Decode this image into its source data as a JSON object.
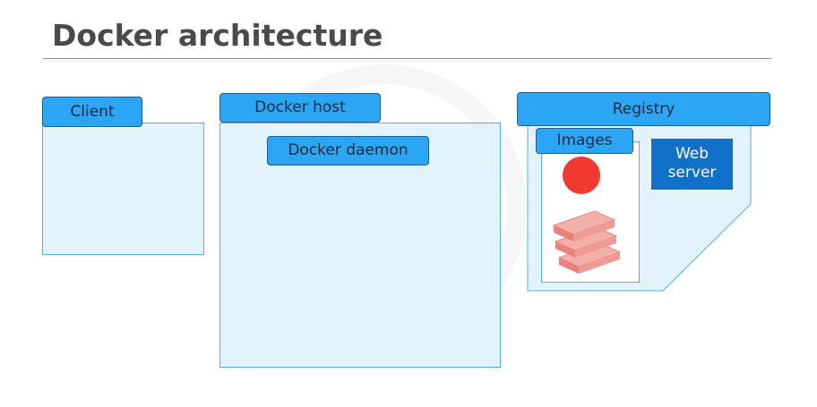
{
  "title": "Docker architecture",
  "client": {
    "label": "Client"
  },
  "docker_host": {
    "label": "Docker host",
    "daemon_label": "Docker daemon"
  },
  "registry": {
    "label": "Registry",
    "images_label": "Images",
    "web_server": {
      "line1": "Web",
      "line2": "server"
    },
    "image_icons": [
      "container-image-icon",
      "image-layers-icon"
    ]
  },
  "colors": {
    "tab_fill": "#2aa6f4",
    "tab_border": "#1f5e96",
    "panel_fill": "#e3f3fc",
    "panel_border": "#4fb2ea",
    "web_server_fill": "#1171c8",
    "image_circle": "#f23a30",
    "layers": "#f08a85"
  }
}
